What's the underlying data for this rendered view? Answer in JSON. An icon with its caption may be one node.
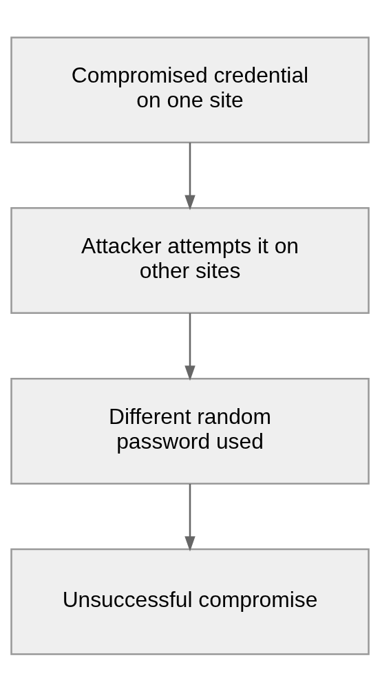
{
  "diagram": {
    "nodes": [
      {
        "text": [
          "Compromised credential on one site"
        ]
      },
      {
        "text": [
          "Attacker attempts it on other sites"
        ]
      },
      {
        "text": [
          "Different random password used"
        ]
      },
      {
        "text": [
          "Unsuccessful compromise"
        ]
      }
    ],
    "edges": [
      {
        "from": 0,
        "to": 1,
        "arrow": "to"
      },
      {
        "from": 1,
        "to": 2,
        "arrow": "to"
      },
      {
        "from": 2,
        "to": 3,
        "arrow": "to"
      }
    ]
  }
}
